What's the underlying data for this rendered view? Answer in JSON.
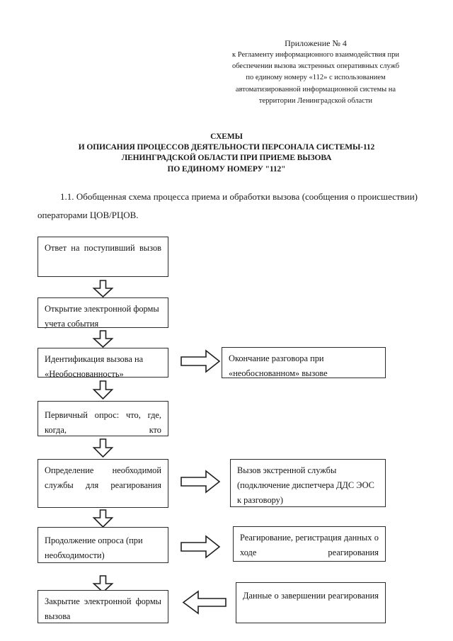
{
  "document": {
    "header": {
      "appendix_line": "Приложение № 4",
      "lines": [
        "к Регламенту информационного взаимодействия при",
        "обеспечении вызова экстренных оперативных служб",
        "по единому номеру «112» с использованием",
        "автоматизированной информационной системы на",
        "территории Ленинградской области"
      ]
    },
    "title": {
      "lines": [
        "СХЕМЫ",
        "И ОПИСАНИЯ ПРОЦЕССОВ ДЕЯТЕЛЬНОСТИ ПЕРСОНАЛА СИСТЕМЫ-112",
        "ЛЕНИНГРАДСКОЙ ОБЛАСТИ ПРИ ПРИЕМЕ ВЫЗОВА",
        "ПО ЕДИНОМУ НОМЕРУ \"112\""
      ]
    },
    "section": {
      "number": "1.1.",
      "paragraph": "1.1. Обобщенная схема процесса приема и обработки вызова (сообщения о происшествии) операторами ЦОВ/РЦОВ."
    }
  },
  "flowchart": {
    "nodes": [
      {
        "id": "answer-call",
        "text": "Ответ на поступивший вызов"
      },
      {
        "id": "open-form",
        "text": "Открытие электронной формы учета события"
      },
      {
        "id": "identify-unfounded",
        "text": "Идентификация вызова на «Необоснованность»"
      },
      {
        "id": "end-unfounded-call",
        "text": "Окончание разговора при «необоснованном» вызове"
      },
      {
        "id": "primary-survey",
        "text": "Первичный опрос: что, где, когда, кто"
      },
      {
        "id": "determine-service",
        "text": "Определение необходимой службы для реагирования"
      },
      {
        "id": "emergency-service-call",
        "text": "Вызов экстренной службы (подключение диспетчера ДДС ЭОС к разговору)"
      },
      {
        "id": "continue-survey",
        "text": "Продолжение опроса (при необходимости)"
      },
      {
        "id": "response-registration",
        "text": "Реагирование, регистрация данных о ходе реагирования"
      },
      {
        "id": "close-form",
        "text": "Закрытие электронной формы вызова"
      },
      {
        "id": "completion-data",
        "text": "Данные о завершении реагирования"
      }
    ],
    "arrows": [
      {
        "id": "answer-to-open",
        "direction": "down"
      },
      {
        "id": "open-to-identify",
        "direction": "down"
      },
      {
        "id": "identify-to-end-unfounded",
        "direction": "right"
      },
      {
        "id": "identify-to-survey",
        "direction": "down"
      },
      {
        "id": "survey-to-determine",
        "direction": "down"
      },
      {
        "id": "determine-to-emergency",
        "direction": "right"
      },
      {
        "id": "determine-to-continue",
        "direction": "down"
      },
      {
        "id": "continue-to-response",
        "direction": "right"
      },
      {
        "id": "continue-to-close",
        "direction": "down"
      },
      {
        "id": "completion-to-close",
        "direction": "left"
      }
    ]
  },
  "colors": {
    "page_background": "#ffffff",
    "text": "#141414",
    "border": "#2b2b2b"
  }
}
